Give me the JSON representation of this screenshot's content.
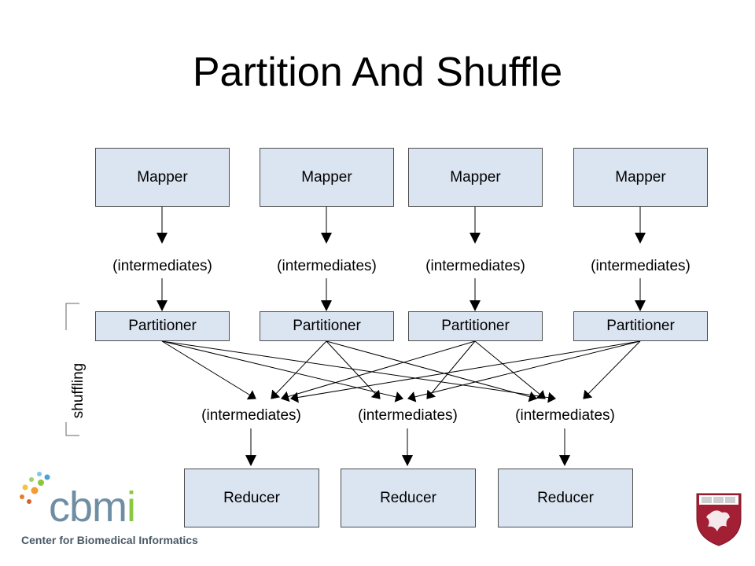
{
  "title": "Partition And Shuffle",
  "mappers": [
    "Mapper",
    "Mapper",
    "Mapper",
    "Mapper"
  ],
  "map_intermediates": [
    "(intermediates)",
    "(intermediates)",
    "(intermediates)",
    "(intermediates)"
  ],
  "partitioners": [
    "Partitioner",
    "Partitioner",
    "Partitioner",
    "Partitioner"
  ],
  "reduce_intermediates": [
    "(intermediates)",
    "(intermediates)",
    "(intermediates)"
  ],
  "reducers": [
    "Reducer",
    "Reducer",
    "Reducer"
  ],
  "bracket_label": "shuffling",
  "logo": {
    "name_main": "cbm",
    "name_accent": "i",
    "tagline": "Center for Biomedical Informatics"
  },
  "colors": {
    "box_fill": "#dbe4f1",
    "logo_blue": "#6f8ea3",
    "logo_green": "#8dc640",
    "shield_red": "#a31f34"
  }
}
